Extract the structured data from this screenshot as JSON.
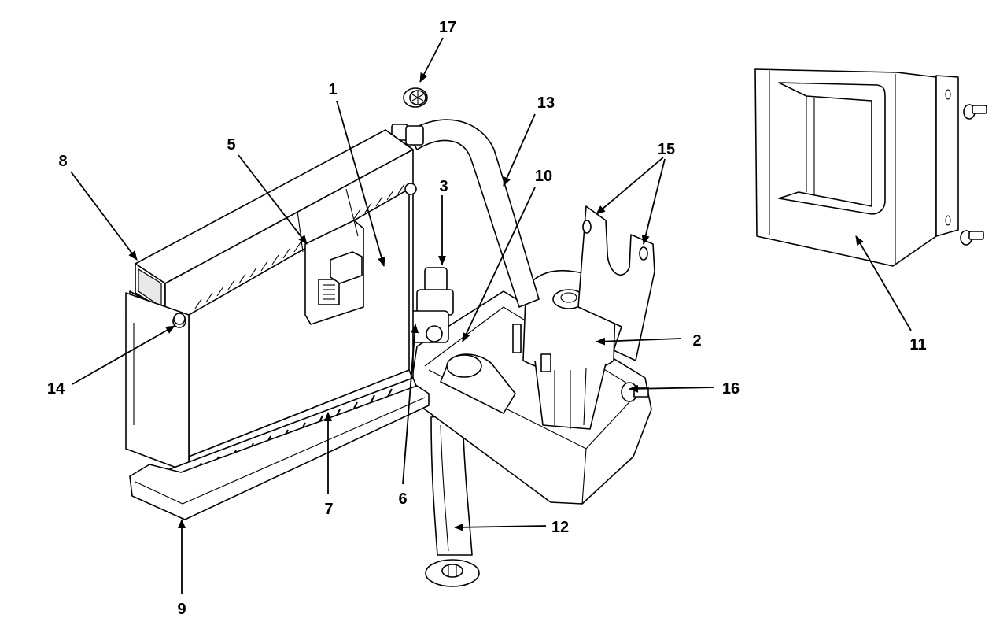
{
  "callouts": {
    "c1": "1",
    "c2": "2",
    "c3": "3",
    "c5": "5",
    "c6": "6",
    "c7": "7",
    "c8": "8",
    "c9": "9",
    "c10": "10",
    "c11": "11",
    "c12": "12",
    "c13": "13",
    "c14": "14",
    "c15": "15",
    "c16": "16",
    "c17": "17"
  }
}
